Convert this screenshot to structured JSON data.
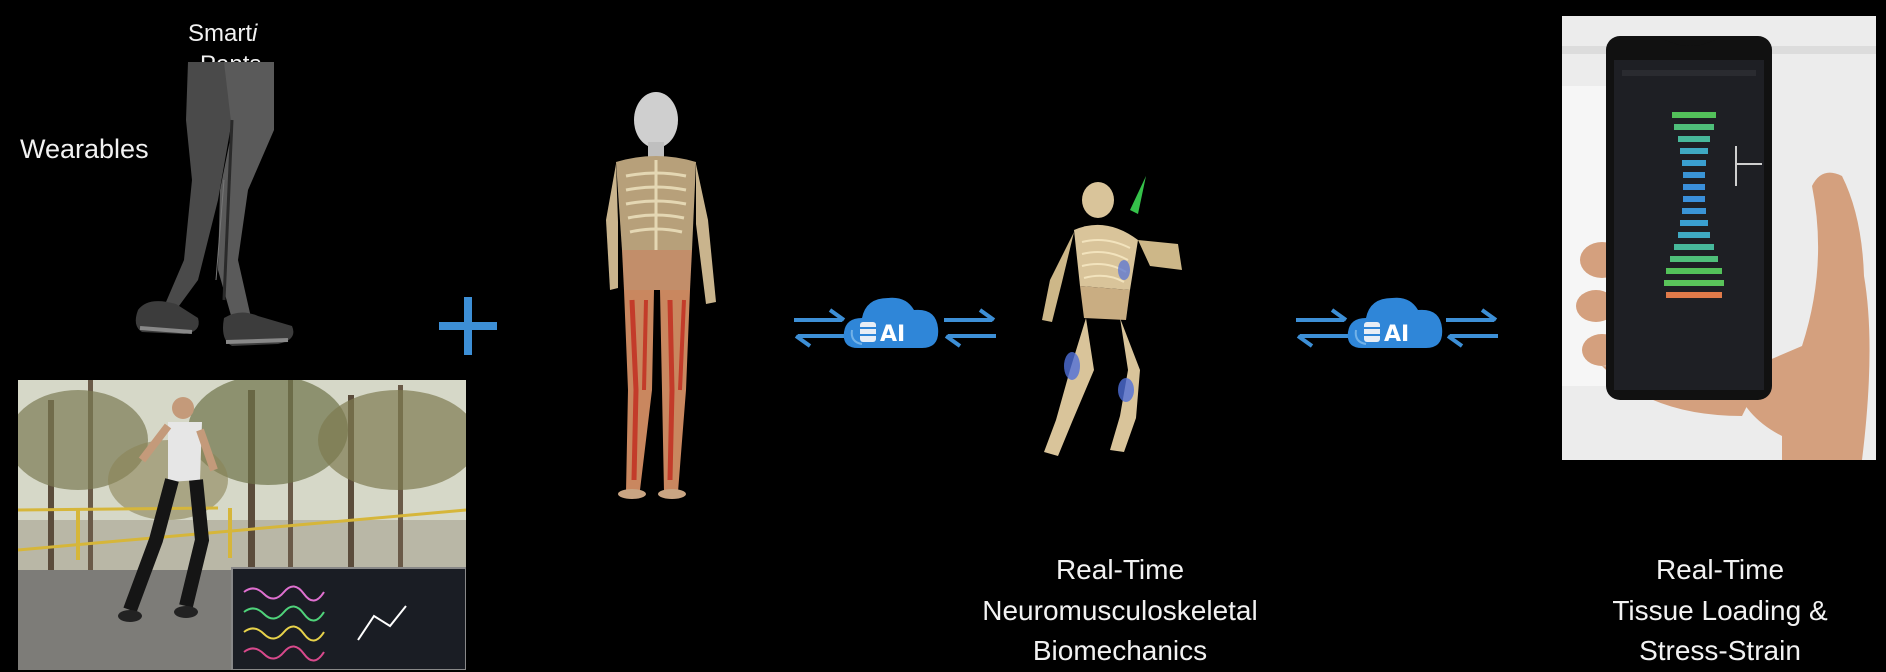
{
  "labels": {
    "smart_pants_line1": "Smart",
    "smart_pants_italic": "i",
    "smart_pants_line2": "Pants",
    "wearables": "Wearables",
    "neuro": [
      "Real-Time",
      "Neuromusculoskeletal",
      "Biomechanics"
    ],
    "tissue": [
      "Real-Time",
      "Tissue Loading &",
      "Stress-Strain"
    ]
  },
  "cloud_label": "AI",
  "plus_symbol": "+",
  "colors": {
    "background": "#000000",
    "accent_blue": "#3d8fd6",
    "cloud_blue": "#2f86d8",
    "text": "#f2f2f2",
    "muscle_red": "#c33b2a",
    "bone": "#d9c49a"
  },
  "icons": [
    "bidirectional-arrows-icon",
    "ai-cloud-database-icon",
    "plus-icon"
  ]
}
